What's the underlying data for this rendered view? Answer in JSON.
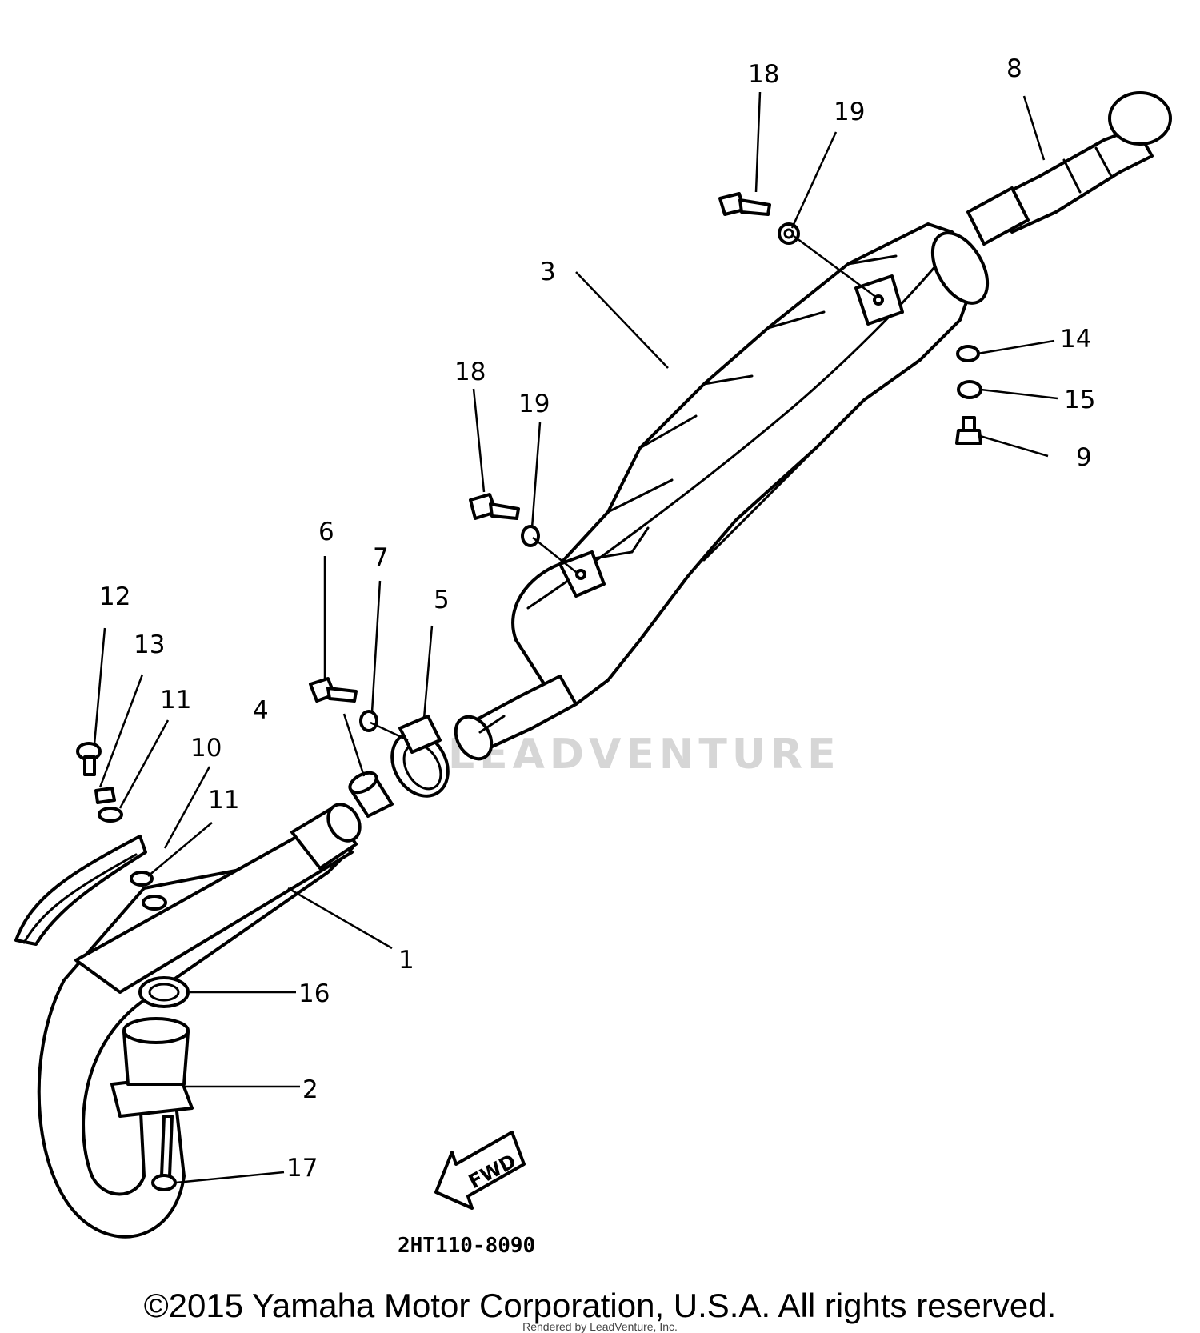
{
  "callouts": [
    {
      "id": "c1",
      "text": "1"
    },
    {
      "id": "c2",
      "text": "2"
    },
    {
      "id": "c3",
      "text": "3"
    },
    {
      "id": "c4",
      "text": "4"
    },
    {
      "id": "c5",
      "text": "5"
    },
    {
      "id": "c6",
      "text": "6"
    },
    {
      "id": "c7",
      "text": "7"
    },
    {
      "id": "c8",
      "text": "8"
    },
    {
      "id": "c9",
      "text": "9"
    },
    {
      "id": "c10",
      "text": "10"
    },
    {
      "id": "c11a",
      "text": "11"
    },
    {
      "id": "c11b",
      "text": "11"
    },
    {
      "id": "c12",
      "text": "12"
    },
    {
      "id": "c13",
      "text": "13"
    },
    {
      "id": "c14",
      "text": "14"
    },
    {
      "id": "c15",
      "text": "15"
    },
    {
      "id": "c16",
      "text": "16"
    },
    {
      "id": "c17",
      "text": "17"
    },
    {
      "id": "c18a",
      "text": "18"
    },
    {
      "id": "c18b",
      "text": "18"
    },
    {
      "id": "c19a",
      "text": "19"
    },
    {
      "id": "c19b",
      "text": "19"
    }
  ],
  "fwd_label": "FWD",
  "diagram_code": "2HT110-8090",
  "watermark": "LEADVENTURE",
  "copyright": "©2015 Yamaha Motor Corporation, U.S.A. All rights reserved.",
  "rendered_by": "Rendered by LeadVenture, Inc."
}
